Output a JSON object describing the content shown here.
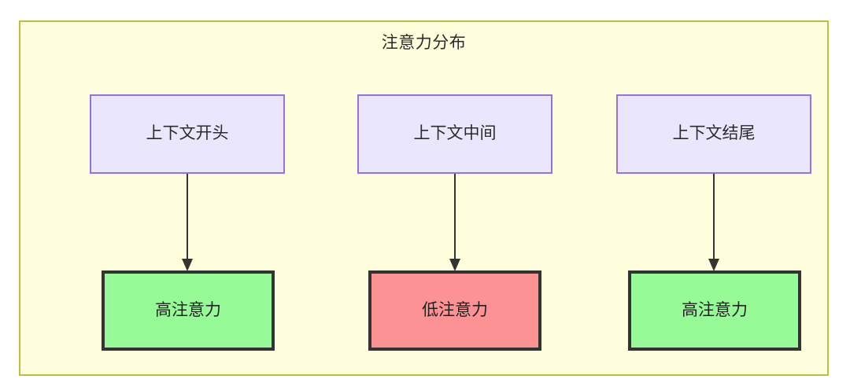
{
  "diagram": {
    "title": "注意力分布",
    "type": "flowchart",
    "colors": {
      "container_fill": "#ffffde",
      "container_border": "#bfbf3f",
      "context_fill": "#eae7fd",
      "context_border": "#9771e0",
      "high_attention_fill": "#96fa96",
      "low_attention_fill": "#fd9295",
      "node_border": "#333333",
      "edge_color": "#333333",
      "text_color": "#2b2b2b"
    },
    "columns": [
      {
        "id": "start",
        "source": {
          "label": "上下文开头"
        },
        "target": {
          "label": "高注意力",
          "level": "high"
        }
      },
      {
        "id": "middle",
        "source": {
          "label": "上下文中间"
        },
        "target": {
          "label": "低注意力",
          "level": "low"
        }
      },
      {
        "id": "end",
        "source": {
          "label": "上下文结尾"
        },
        "target": {
          "label": "高注意力",
          "level": "high"
        }
      }
    ]
  }
}
